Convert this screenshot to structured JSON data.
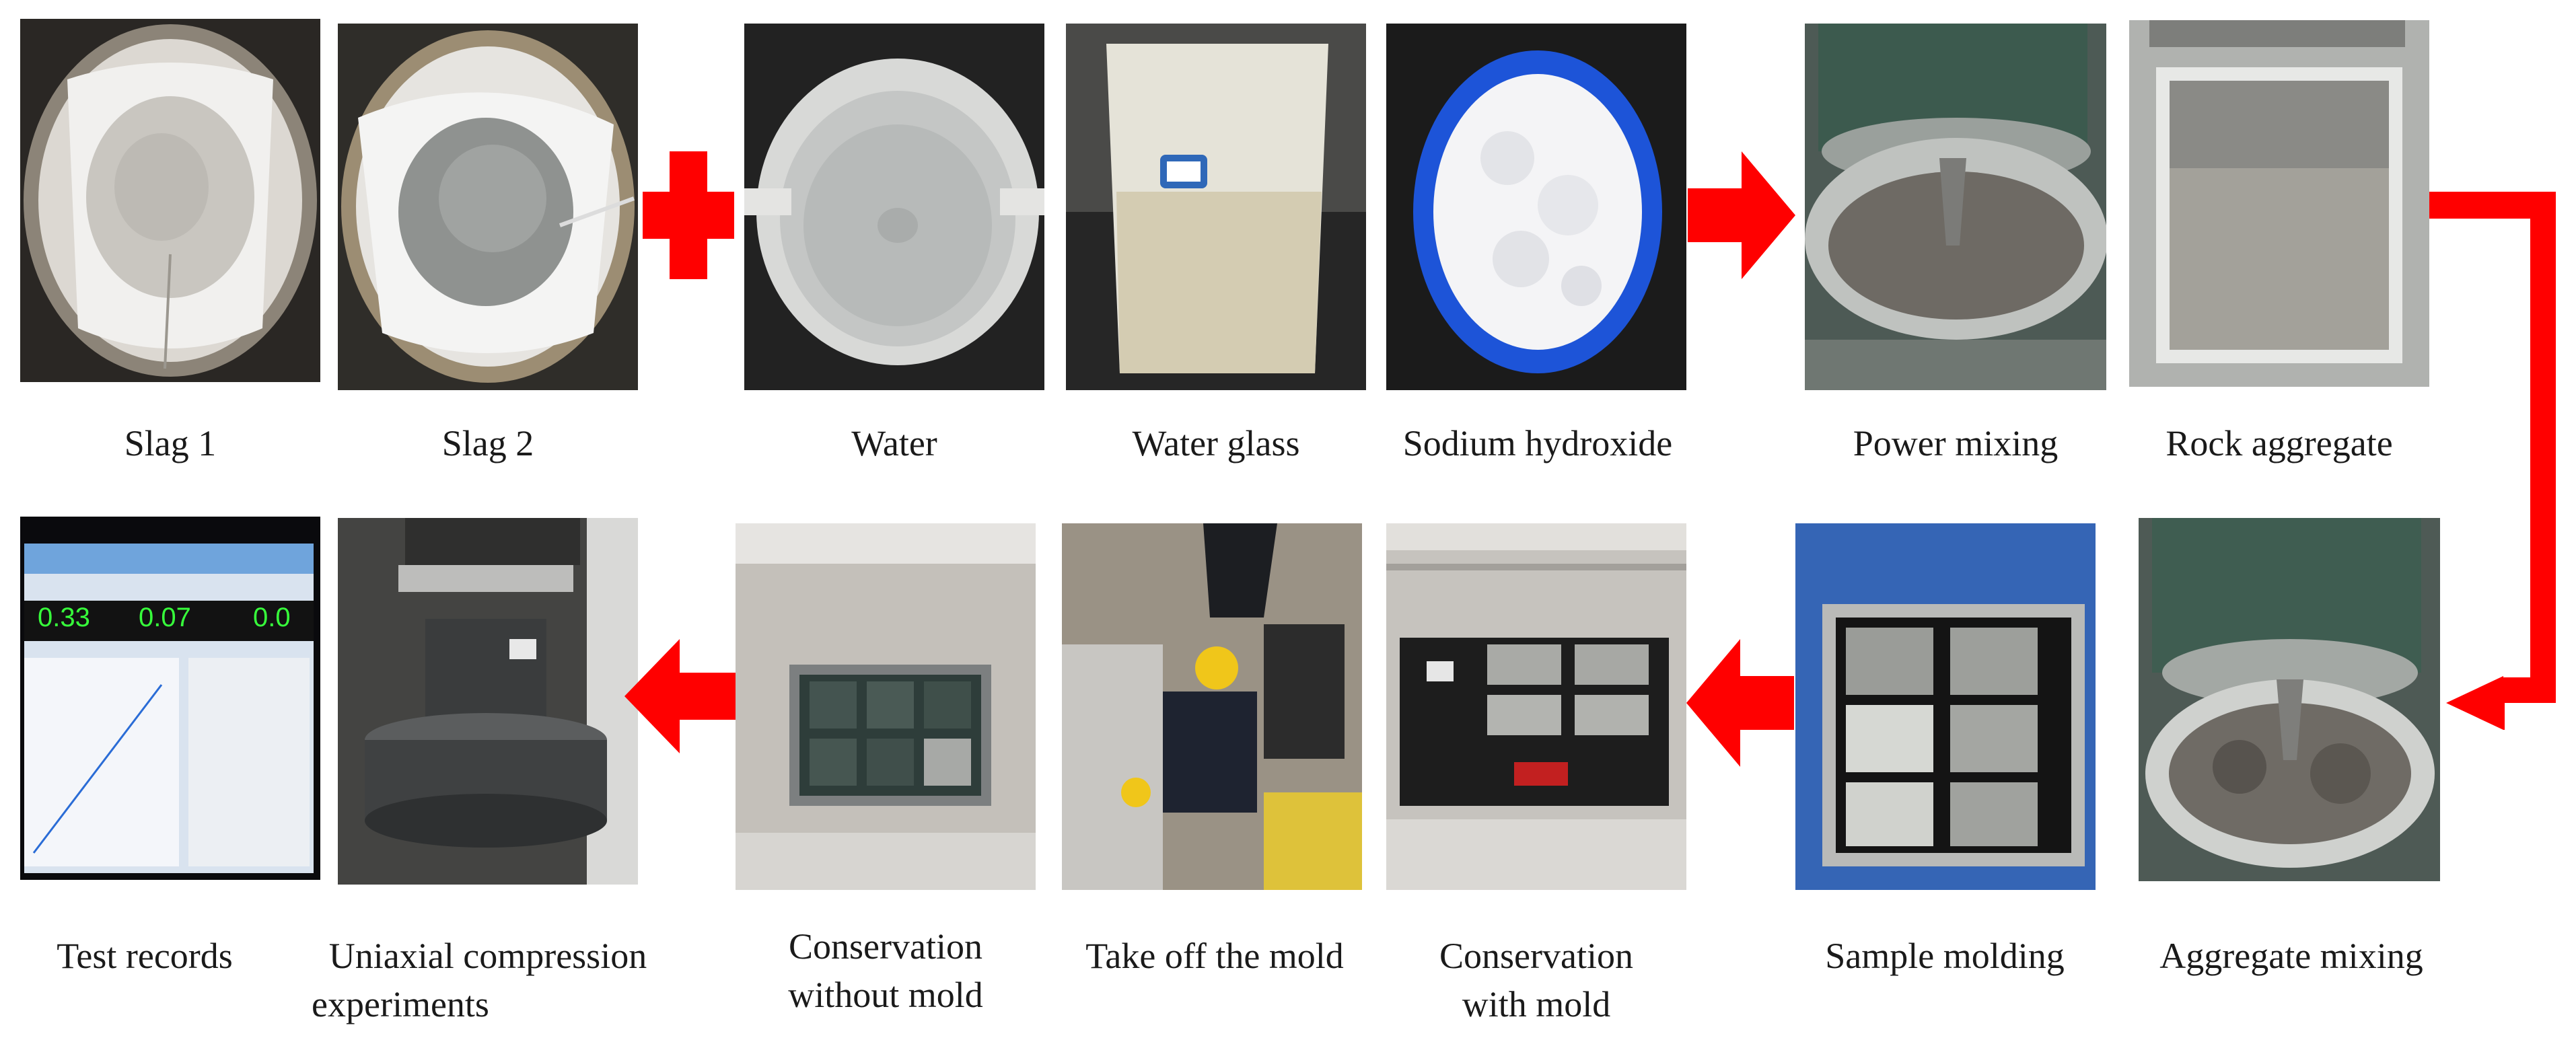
{
  "steps": [
    {
      "label": "Slag 1"
    },
    {
      "label": "Slag 2"
    },
    {
      "label": "Water"
    },
    {
      "label": "Water glass"
    },
    {
      "label": "Sodium hydroxide"
    },
    {
      "label": "Power mixing"
    },
    {
      "label": "Rock aggregate"
    },
    {
      "label": "Aggregate mixing"
    },
    {
      "label": "Sample molding"
    },
    {
      "label": "Conservation",
      "label2": "with mold"
    },
    {
      "label": "Take off  the mold"
    },
    {
      "label": "Conservation",
      "label2": "without mold"
    },
    {
      "label": "Uniaxial  compression",
      "label2": "experiments"
    },
    {
      "label": "Test records"
    }
  ],
  "test_screen": {
    "reading_1": "0.33",
    "reading_2": "0.07",
    "reading_3": "0.0"
  },
  "colors": {
    "arrow": "#ff0000",
    "background": "#ffffff",
    "screen_reading": "#37ff3b"
  }
}
